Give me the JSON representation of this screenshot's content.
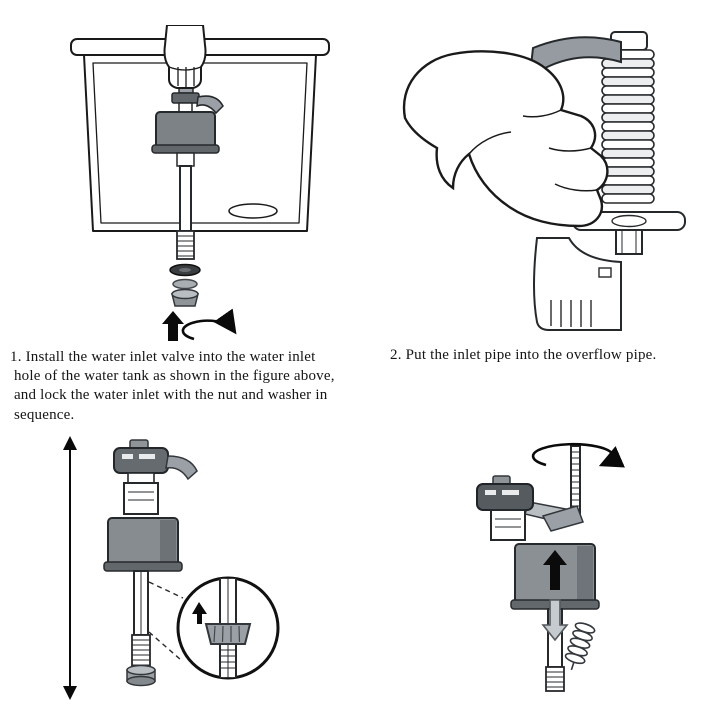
{
  "page": {
    "background": "#ffffff"
  },
  "palette": {
    "ink": "#1a1a1a",
    "grey_dark": "#5f646a",
    "grey_mid": "#8a9096",
    "grey_light": "#c9cdd1",
    "arrow_black": "#0a0a0a"
  },
  "steps": [
    {
      "caption": "1. Install the water inlet valve into the water inlet\n hole of the water tank as shown in the figure above,\n and lock the water inlet with the nut and washer in\n sequence.",
      "figure": "water-tank-valve-installation"
    },
    {
      "caption": "2. Put the inlet pipe into the overflow pipe.",
      "figure": "inlet-pipe-into-overflow-pipe"
    }
  ],
  "details": [
    {
      "figure": "valve-height-adjustment-with-magnifier"
    },
    {
      "figure": "valve-float-up-down-and-rod-rotation"
    }
  ]
}
